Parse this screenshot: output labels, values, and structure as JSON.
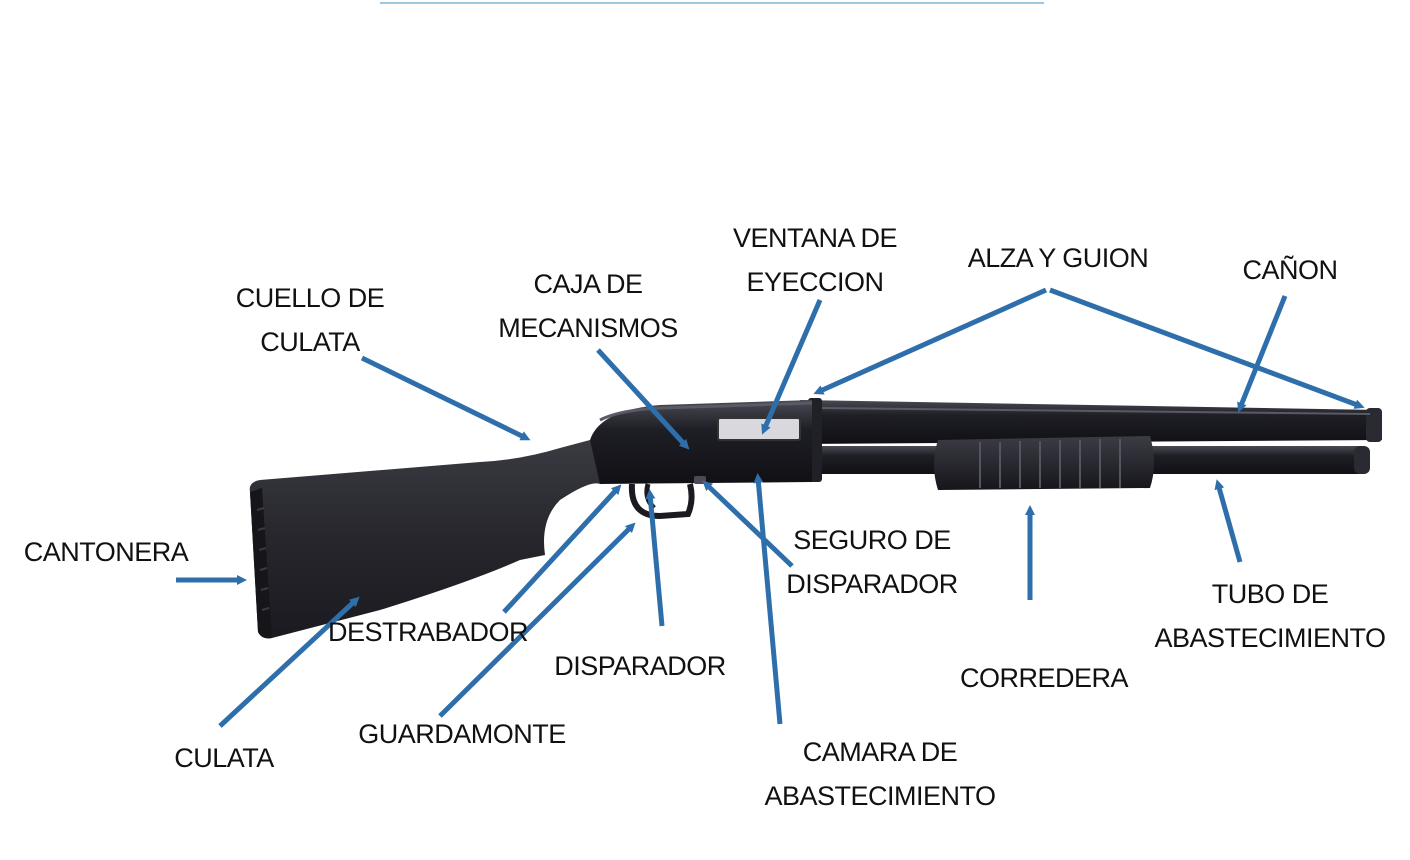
{
  "colors": {
    "arrow": "#2e6fab",
    "gun_body": "#1c1c22",
    "gun_stock": "#28282e",
    "gun_highlight": "#5a5a66",
    "background": "#ffffff"
  },
  "labels": {
    "cuello_culata": [
      "CUELLO DE",
      "CULATA"
    ],
    "caja_mecanismos": [
      "CAJA DE",
      "MECANISMOS"
    ],
    "ventana_eyeccion": [
      "VENTANA DE",
      "EYECCION"
    ],
    "alza_guion": [
      "ALZA Y GUION"
    ],
    "canon": [
      "CAÑON"
    ],
    "cantonera": [
      "CANTONERA"
    ],
    "destrabador": [
      "DESTRABADOR"
    ],
    "culata": [
      "CULATA"
    ],
    "guardamonte": [
      "GUARDAMONTE"
    ],
    "disparador": [
      "DISPARADOR"
    ],
    "seguro_disparador": [
      "SEGURO DE",
      "DISPARADOR"
    ],
    "camara_abastecimiento": [
      "CAMARA DE",
      "ABASTECIMIENTO"
    ],
    "corredera": [
      "CORREDERA"
    ],
    "tubo_abastecimiento": [
      "TUBO DE",
      "ABASTECIMIENTO"
    ]
  }
}
